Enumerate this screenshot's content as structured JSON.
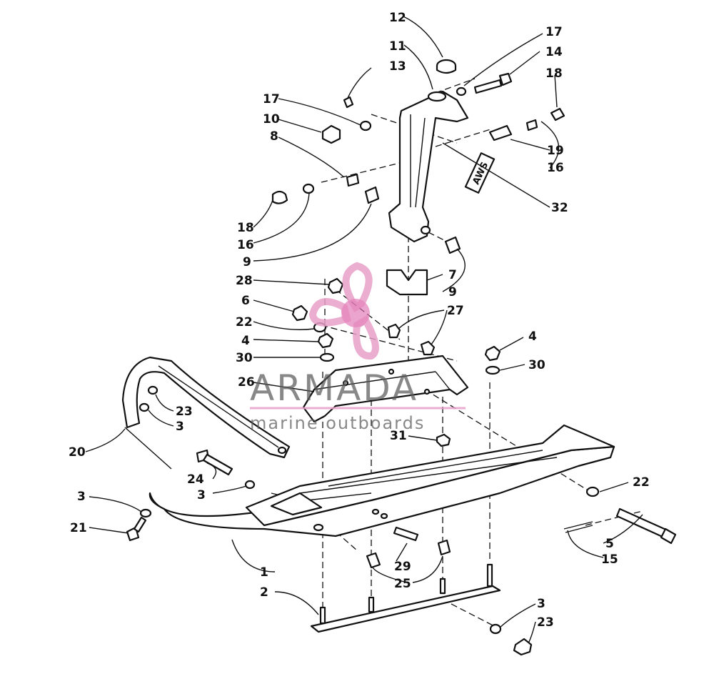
{
  "watermark": {
    "brand": "ARMADA",
    "tagline": "marine outboards",
    "logo_color": "#e8a0c8",
    "logo_center_color": "#e070b0"
  },
  "decal_text": "AWS",
  "callouts": [
    {
      "id": "c1",
      "text": "12"
    },
    {
      "id": "c2",
      "text": "11"
    },
    {
      "id": "c3",
      "text": "13"
    },
    {
      "id": "c4",
      "text": "17"
    },
    {
      "id": "c5",
      "text": "14"
    },
    {
      "id": "c6",
      "text": "18"
    },
    {
      "id": "c7",
      "text": "17"
    },
    {
      "id": "c8",
      "text": "10"
    },
    {
      "id": "c9",
      "text": "8"
    },
    {
      "id": "c10",
      "text": "19"
    },
    {
      "id": "c11",
      "text": "16"
    },
    {
      "id": "c12",
      "text": "32"
    },
    {
      "id": "c13",
      "text": "18"
    },
    {
      "id": "c14",
      "text": "16"
    },
    {
      "id": "c15",
      "text": "9"
    },
    {
      "id": "c16",
      "text": "7"
    },
    {
      "id": "c17",
      "text": "9"
    },
    {
      "id": "c18",
      "text": "28"
    },
    {
      "id": "c19",
      "text": "6"
    },
    {
      "id": "c20",
      "text": "27"
    },
    {
      "id": "c21",
      "text": "22"
    },
    {
      "id": "c22",
      "text": "4"
    },
    {
      "id": "c23",
      "text": "30"
    },
    {
      "id": "c24",
      "text": "4"
    },
    {
      "id": "c25",
      "text": "30"
    },
    {
      "id": "c26",
      "text": "26"
    },
    {
      "id": "c27",
      "text": "23"
    },
    {
      "id": "c28",
      "text": "3"
    },
    {
      "id": "c29",
      "text": "31"
    },
    {
      "id": "c30",
      "text": "20"
    },
    {
      "id": "c31",
      "text": "24"
    },
    {
      "id": "c32",
      "text": "3"
    },
    {
      "id": "c33",
      "text": "22"
    },
    {
      "id": "c34",
      "text": "3"
    },
    {
      "id": "c35",
      "text": "21"
    },
    {
      "id": "c36",
      "text": "5"
    },
    {
      "id": "c37",
      "text": "15"
    },
    {
      "id": "c38",
      "text": "29"
    },
    {
      "id": "c39",
      "text": "1"
    },
    {
      "id": "c40",
      "text": "25"
    },
    {
      "id": "c41",
      "text": "2"
    },
    {
      "id": "c42",
      "text": "3"
    },
    {
      "id": "c43",
      "text": "23"
    }
  ]
}
